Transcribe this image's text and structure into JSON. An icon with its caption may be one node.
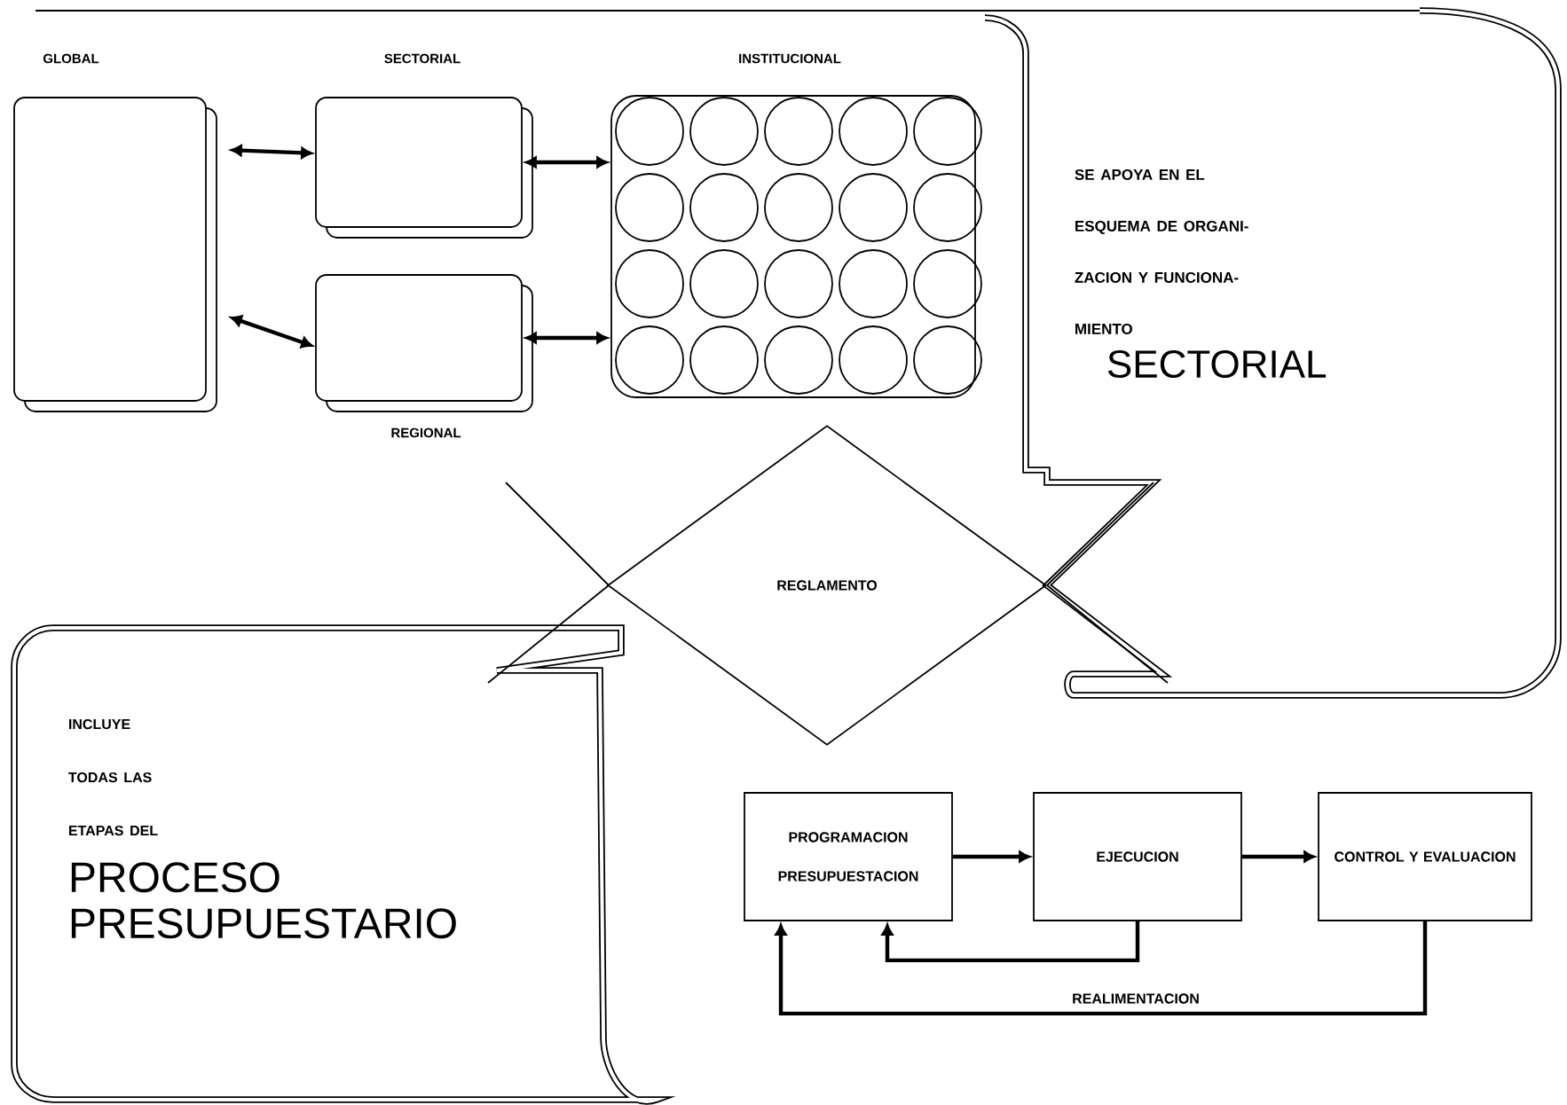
{
  "diagram": {
    "nodes": [
      {
        "text": [
          "INCLUYE TODAS LAS ETAPAS DEL",
          "PROCESO PRESUPUESTARIO"
        ]
      },
      {
        "text": [
          "SE APOYA EN EL ESQUEMA DE ORGANI- ZACION Y FUNCIONA- MIENTO",
          "SECTORIAL"
        ]
      },
      {
        "text": [
          "GLOBAL"
        ]
      },
      {
        "text": [
          "SECTORIAL"
        ]
      },
      {
        "text": [
          "REGIONAL"
        ]
      },
      {
        "text": [
          "INSTITUCIONAL"
        ]
      },
      {
        "text": [
          "REGLAMENTO"
        ]
      },
      {
        "text": [
          "PROGRAMACION PRESUPUESTACION"
        ]
      },
      {
        "text": [
          "EJECUCION"
        ]
      },
      {
        "text": [
          "CONTROL Y EVALUACION"
        ]
      }
    ],
    "edges": [
      {
        "from": 2,
        "to": 3,
        "arrow": "both"
      },
      {
        "from": 2,
        "to": 4,
        "arrow": "both"
      },
      {
        "from": 3,
        "to": 5,
        "arrow": "both"
      },
      {
        "from": 4,
        "to": 5,
        "arrow": "both"
      },
      {
        "from": 7,
        "to": 8,
        "arrow": "to"
      },
      {
        "from": 8,
        "to": 9,
        "arrow": "to"
      },
      {
        "from": 8,
        "to": 7,
        "arrow": "to"
      },
      {
        "from": 9,
        "to": 7,
        "arrow": "to",
        "label": "REALIMENTACION"
      }
    ]
  }
}
